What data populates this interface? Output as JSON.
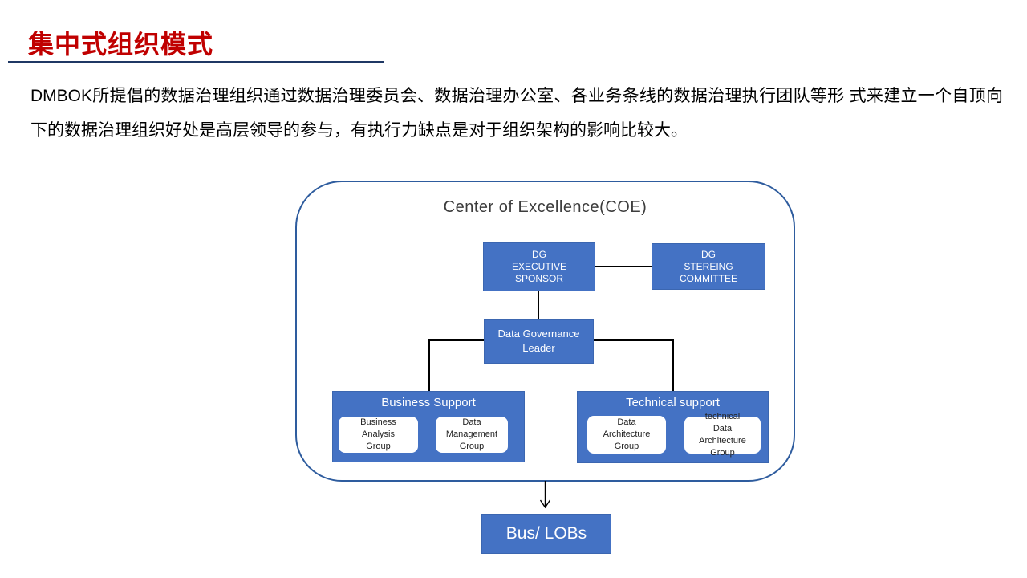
{
  "slide": {
    "title": "集中式组织模式",
    "paragraph": "DMBOK所提倡的数据治理组织通过数据治理委员会、数据治理办公室、各业务条线的数据治理执行团队等形 式来建立一个自顶向下的数据治理组织好处是高层领导的参与，有执行力缺点是对于组织架构的影响比较大。"
  },
  "diagram": {
    "coe_title": "Center of Excellence(COE)",
    "dg_executive_sponsor": "DG\nEXECUTIVE\nSPONSOR",
    "dg_steering_committee": "DG\nSTEREING\nCOMMITTEE",
    "dg_leader": "Data Governance\nLeader",
    "business_support_title": "Business Support",
    "business_analysis_group": "Business\nAnalysis\nGroup",
    "data_management_group": "Data\nManagement\nGroup",
    "technical_support_title": "Technical support",
    "data_architecture_group": "Data\nArchitecture\nGroup",
    "technical_data_architecture_group": "technical\nData\nArchitecture\nGroup",
    "bus_lobs": "Bus/ LOBs"
  },
  "colors": {
    "title_red": "#C00000",
    "title_underline_navy": "#1F3864",
    "node_fill_blue": "#4472C4",
    "node_border_blue": "#3B66B0",
    "container_border_blue": "#2E5C9E",
    "connector_black": "#000000"
  }
}
